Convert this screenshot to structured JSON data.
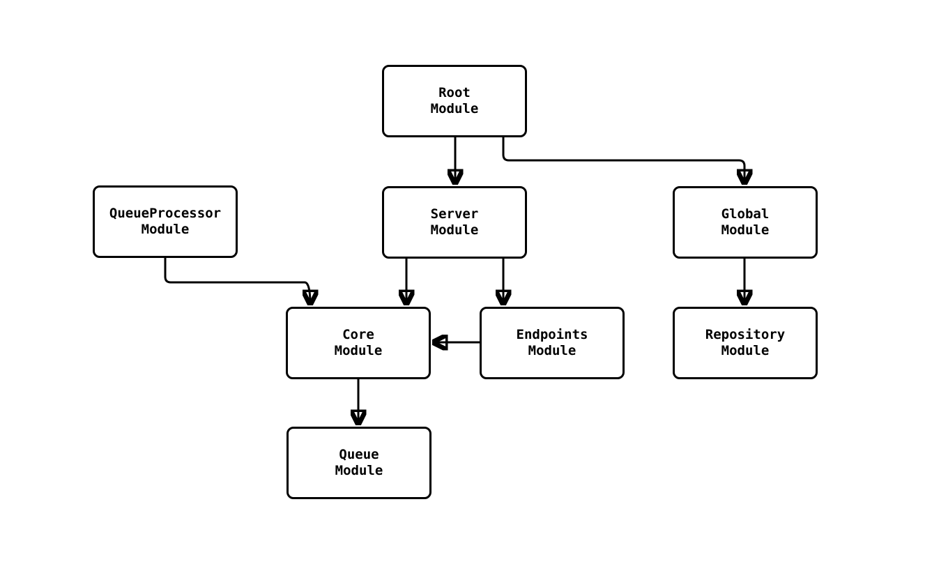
{
  "diagram": {
    "type": "module-dependency-graph",
    "background_color": "#ffffff",
    "stroke_color": "#000000",
    "node_fill_color": "#ffffff",
    "nodes": [
      {
        "id": "root-module",
        "line1": "Root",
        "line2": "Module"
      },
      {
        "id": "queue-processor-module",
        "line1": "QueueProcessor",
        "line2": "Module"
      },
      {
        "id": "server-module",
        "line1": "Server",
        "line2": "Module"
      },
      {
        "id": "global-module",
        "line1": "Global",
        "line2": "Module"
      },
      {
        "id": "core-module",
        "line1": "Core",
        "line2": "Module"
      },
      {
        "id": "endpoints-module",
        "line1": "Endpoints",
        "line2": "Module"
      },
      {
        "id": "repository-module",
        "line1": "Repository",
        "line2": "Module"
      },
      {
        "id": "queue-module",
        "line1": "Queue",
        "line2": "Module"
      }
    ],
    "edges": [
      {
        "from": "root-module",
        "to": "server-module"
      },
      {
        "from": "root-module",
        "to": "global-module"
      },
      {
        "from": "queue-processor-module",
        "to": "core-module"
      },
      {
        "from": "server-module",
        "to": "core-module"
      },
      {
        "from": "server-module",
        "to": "endpoints-module"
      },
      {
        "from": "endpoints-module",
        "to": "core-module"
      },
      {
        "from": "global-module",
        "to": "repository-module"
      },
      {
        "from": "core-module",
        "to": "queue-module"
      }
    ]
  }
}
